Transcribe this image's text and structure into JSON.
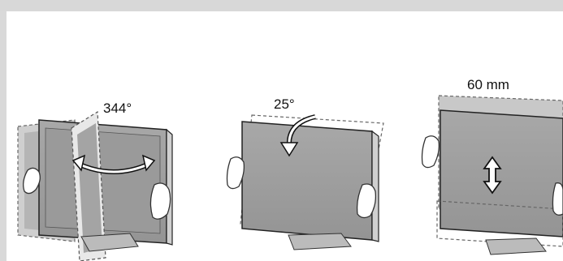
{
  "figure": {
    "swivel": {
      "label": "344°"
    },
    "tilt": {
      "label": "25°"
    },
    "height": {
      "label": "60 mm"
    }
  },
  "colors": {
    "background_band": "#d8d8d8",
    "panel": "#ffffff",
    "screen_fill": "#9c9c9c",
    "outline": "#222222",
    "ghost_outline": "#666666"
  }
}
